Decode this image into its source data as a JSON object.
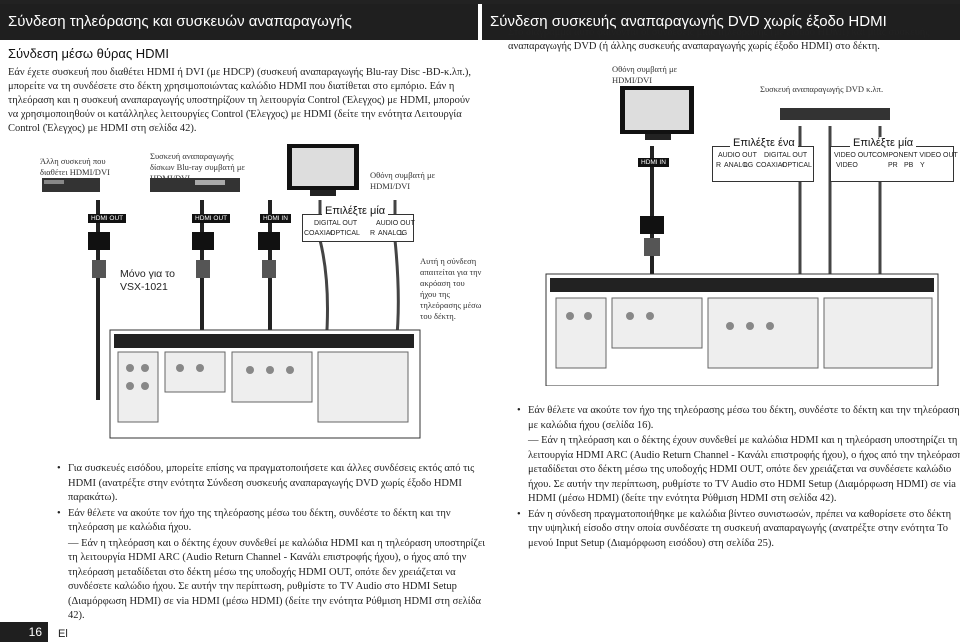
{
  "header": {
    "left_title": "Σύνδεση τηλεόρασης και συσκευών αναπαραγωγής",
    "right_title": "Σύνδεση συσκευής αναπαραγωγής DVD χωρίς έξοδο HDMI"
  },
  "left": {
    "subtitle": "Σύνδεση μέσω θύρας HDMI",
    "para": "Εάν έχετε συσκευή που διαθέτει HDMI ή DVI (με HDCP) (συσκευή αναπαραγωγής Blu-ray Disc -BD-κ.λπ.), μπορείτε να τη συνδέσετε στο δέκτη χρησιμοποιώντας καλώδιο HDMI που διατίθεται στο εμπόριο. Εάν η τηλεόραση και η συσκευή αναπαραγωγής υποστηρίζουν τη λειτουργία Control (Έλεγχος) με HDMI, μπορούν να χρησιμοποιηθούν οι κατάλληλες λειτουργίες Control (Έλεγχος) με HDMI (δείτε την ενότητα Λειτουργία Control (Έλεγχος) με HDMI στη σελίδα 42).",
    "cap_other": "Άλλη συσκευή που διαθέτει HDMI/DVI",
    "cap_bd": "Συσκευή αναπαραγωγής δίσκων Blu-ray συμβατή με HDMI/DVI",
    "cap_tv": "Οθόνη συμβατή με HDMI/DVI",
    "select_one": "Επιλέξτε μία",
    "only_for": "Μόνο για το VSX-1021",
    "arc_note": "Αυτή η σύνδεση απαιτείται για την ακρόαση του ήχου της τηλεόρασης μέσω του δέκτη.",
    "tags": {
      "hdmi_out_1": "HDMI OUT",
      "hdmi_out_2": "HDMI OUT",
      "hdmi_in": "HDMI IN",
      "digital_out": "DIGITAL OUT",
      "audio_out": "AUDIO OUT",
      "coaxial": "COAXIAL",
      "optical": "OPTICAL",
      "r": "R",
      "analog": "ANALOG",
      "l": "L"
    },
    "bullets": [
      "Για συσκευές εισόδου, μπορείτε επίσης να πραγματοποιήσετε και άλλες συνδέσεις εκτός από τις HDMI (ανατρέξτε στην ενότητα Σύνδεση συσκευής αναπαραγωγής DVD χωρίς έξοδο HDMI παρακάτω).",
      "Εάν θέλετε να ακούτε τον ήχο της τηλεόρασης μέσω του δέκτη, συνδέστε το δέκτη και την τηλεόραση με καλώδια ήχου.",
      "— Εάν η τηλεόραση και ο δέκτης έχουν συνδεθεί με καλώδια HDMI και η τηλεόραση υποστηρίζει τη λειτουργία HDMI ARC (Audio Return Channel - Κανάλι επιστροφής ήχου), ο ήχος από την τηλεόραση μεταδίδεται στο δέκτη μέσω της υποδοχής HDMI OUT, οπότε δεν χρειάζεται να συνδέσετε καλώδιο ήχου. Σε αυτήν την περίπτωση, ρυθμίστε το TV Audio στο HDMI Setup (Διαμόρφωση HDMI) σε via HDMI (μέσω HDMI) (δείτε την ενότητα Ρύθμιση HDMI στη σελίδα 42)."
    ]
  },
  "right": {
    "para": "Στο διάγραμμα αυτό φαίνονται οι συνδέσεις μιας τηλεόρασης (με είσοδο HDMI) και μιας συσκευής αναπαραγωγής DVD (ή άλλης συσκευής αναπαραγωγής χωρίς έξοδο HDMI) στο δέκτη.",
    "cap_tv": "Οθόνη συμβατή με HDMI/DVI",
    "cap_dvd": "Συσκευή αναπαραγωγής DVD κ.λπ.",
    "select_one": "Επιλέξτε ένα",
    "select_one_2": "Επιλέξτε μία",
    "tags": {
      "hdmi_in": "HDMI IN",
      "audio_out": "AUDIO OUT",
      "digital_out": "DIGITAL OUT",
      "r": "R",
      "analog": "ANALOG",
      "l": "L",
      "coaxial": "COAXIAL",
      "optical": "OPTICAL",
      "video_out": "VIDEO OUT",
      "video": "VIDEO",
      "component_video_out": "COMPONENT VIDEO OUT",
      "pr": "PR",
      "pb": "PB",
      "y": "Y"
    },
    "bullets": [
      "Εάν θέλετε να ακούτε τον ήχο της τηλεόρασης μέσω του δέκτη, συνδέστε το δέκτη και την τηλεόραση με καλώδια ήχου (σελίδα 16).",
      "— Εάν η τηλεόραση και ο δέκτης έχουν συνδεθεί με καλώδια HDMI και η τηλεόραση υποστηρίζει τη λειτουργία HDMI ARC (Audio Return Channel - Κανάλι επιστροφής ήχου), ο ήχος από την τηλεόραση μεταδίδεται στο δέκτη μέσω της υποδοχής HDMI OUT, οπότε δεν χρειάζεται να συνδέσετε καλώδιο ήχου. Σε αυτήν την περίπτωση, ρυθμίστε το TV Audio στο HDMI Setup (Διαμόρφωση HDMI) σε via HDMI (μέσω HDMI) (δείτε την ενότητα Ρύθμιση HDMI στη σελίδα 42).",
      "Εάν η σύνδεση πραγματοποιήθηκε με καλώδια βίντεο συνιστωσών, πρέπει να καθορίσετε στο δέκτη την υψηλική είσοδο στην οποία συνδέσατε τη συσκευή αναπαραγωγής (ανατρέξτε στην ενότητα Το μενού Input Setup (Διαμόρφωση εισόδου) στη σελίδα 25)."
    ]
  },
  "footer": {
    "page": "16",
    "lang": "El"
  }
}
